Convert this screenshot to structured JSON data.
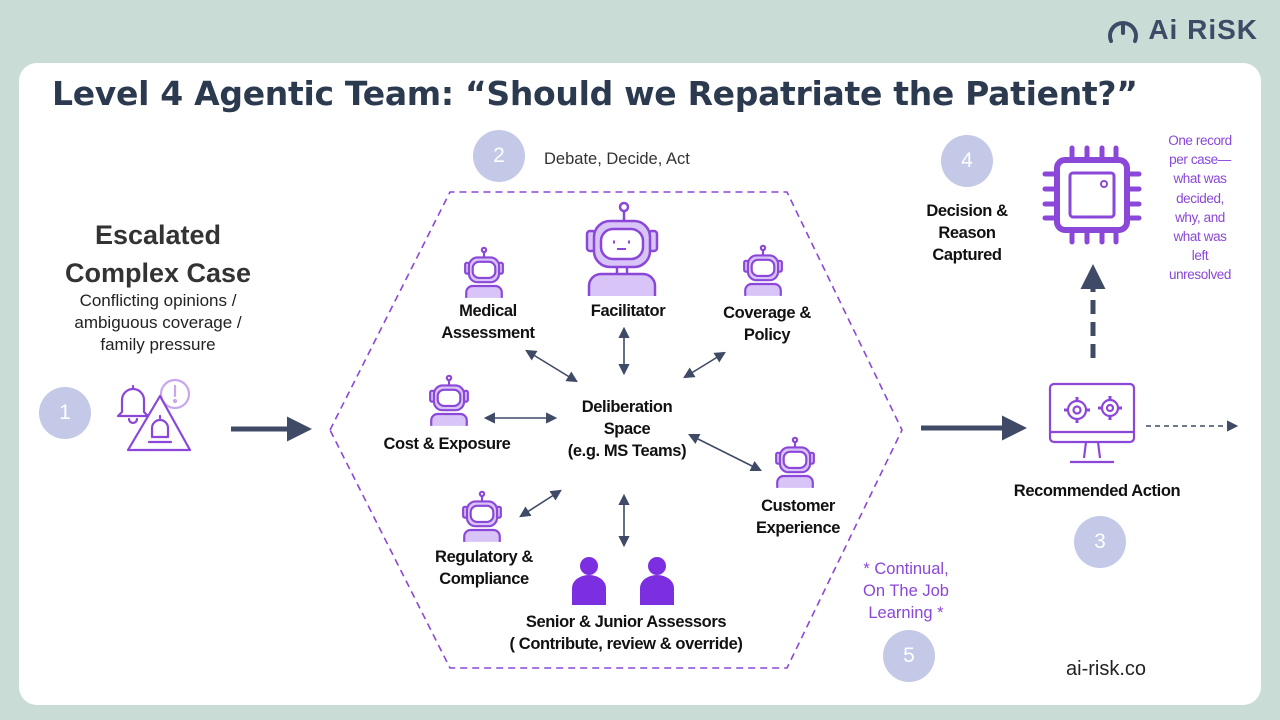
{
  "brand": {
    "name": "Ai RiSK"
  },
  "title": "Level 4 Agentic Team: “Should we Repatriate the Patient?”",
  "steps": {
    "s1": "1",
    "s2": "2",
    "s3": "3",
    "s4": "4",
    "s5": "5"
  },
  "escalated": {
    "title_line1": "Escalated",
    "title_line2": "Complex Case",
    "desc_line1": "Conflicting opinions /",
    "desc_line2": "ambiguous coverage /",
    "desc_line3": "family pressure"
  },
  "debate_label": "Debate, Decide, Act",
  "agents": {
    "facilitator": "Facilitator",
    "medical_line1": "Medical",
    "medical_line2": "Assessment",
    "coverage_line1": "Coverage &",
    "coverage_line2": "Policy",
    "cost": "Cost & Exposure",
    "customer_line1": "Customer",
    "customer_line2": "Experience",
    "regulatory_line1": "Regulatory &",
    "regulatory_line2": "Compliance"
  },
  "deliberation": {
    "line1": "Deliberation",
    "line2": "Space",
    "line3": "(e.g. MS Teams)"
  },
  "assessors": {
    "line1": "Senior & Junior Assessors",
    "line2": "( Contribute, review & override)"
  },
  "learning": {
    "line1": "* Continual,",
    "line2": "On The Job",
    "line3": "Learning *"
  },
  "decision": {
    "line1": "Decision &",
    "line2": "Reason",
    "line3": "Captured"
  },
  "record_note": [
    "One record",
    "per case—",
    "what was",
    "decided,",
    "why, and",
    "what was",
    "left",
    "unresolved"
  ],
  "recommended_action": "Recommended Action",
  "website": "ai-risk.co",
  "colors": {
    "accent_purple": "#8a47d8",
    "step_circle": "#c3c9e6",
    "dark_navy": "#3f4a66",
    "background": "#c9ddd6"
  }
}
